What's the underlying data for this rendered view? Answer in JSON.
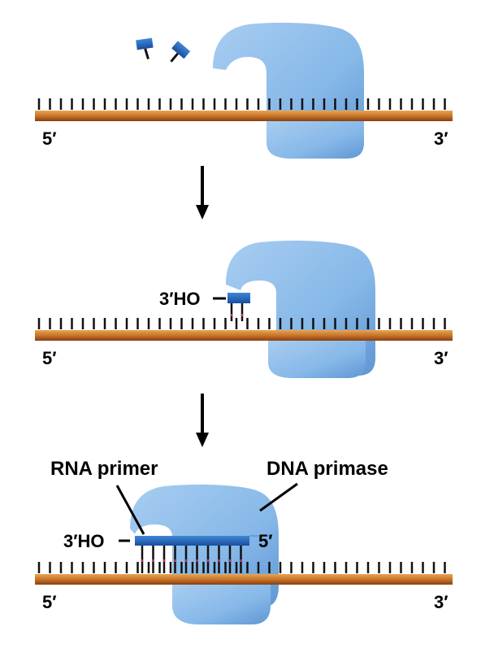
{
  "panels": [
    {
      "left_end": "5′",
      "right_end": "3′"
    },
    {
      "left_end": "5′",
      "right_end": "3′",
      "primer_end": "3′HO"
    },
    {
      "left_end": "5′",
      "right_end": "3′",
      "primer_end": "3′HO",
      "primer_5_end": "5′"
    }
  ],
  "labels": {
    "rna_primer": "RNA primer",
    "dna_primase": "DNA primase"
  },
  "colors": {
    "strand": "#c8762a",
    "strand_dark": "#8a3e10",
    "protein": "#7fb2e5",
    "protein_dark": "#5a93d2",
    "nucleotide": "#1f5fb5",
    "tick": "#111111",
    "pairing": "#c0336a"
  }
}
